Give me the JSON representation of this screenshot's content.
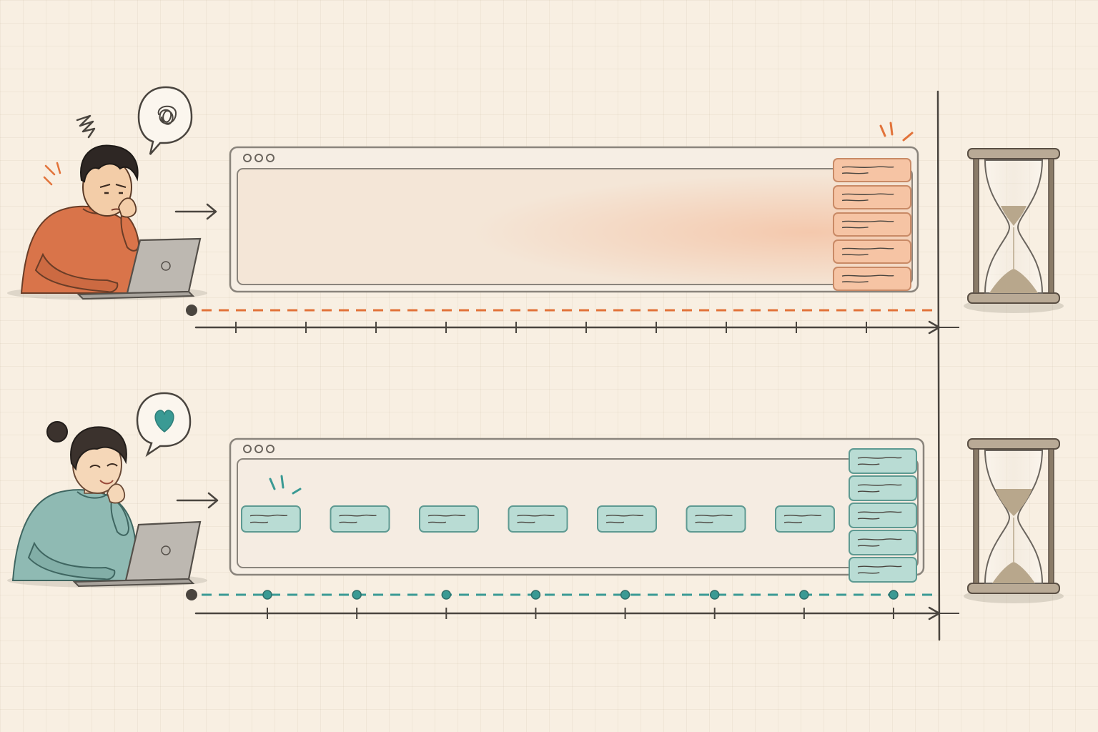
{
  "colors": {
    "background": "#f8efe2",
    "ink": "#4a453f",
    "slow_accent": "#e2733a",
    "slow_card": "#f6c4a4",
    "fast_accent": "#3a9a94",
    "fast_card": "#b9dcd4",
    "sand": "#b8a78c"
  },
  "rows": [
    {
      "name": "slow-row",
      "person": "frustrated-man",
      "thought_icon": "tangled-scribble-icon",
      "browser_cards_delivered": "all at end",
      "card_count_stacked": 5,
      "card_count_spread": 0,
      "timeline_ticks": 10,
      "timeline_checkpoints": 0
    },
    {
      "name": "fast-row",
      "person": "happy-woman",
      "thought_icon": "heart-icon",
      "browser_cards_delivered": "incrementally",
      "card_count_stacked": 5,
      "card_count_spread": 7,
      "timeline_ticks": 8,
      "timeline_checkpoints": 8
    }
  ]
}
